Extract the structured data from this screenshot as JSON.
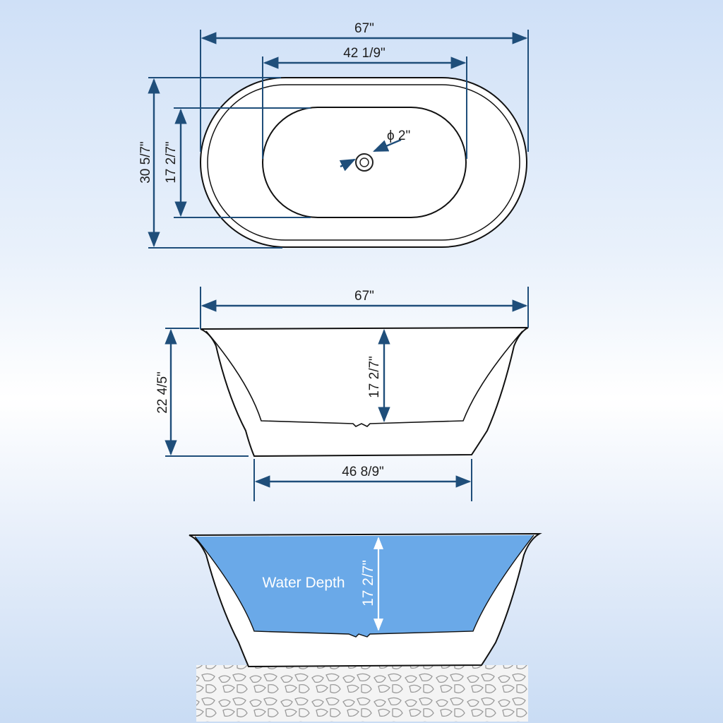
{
  "top_view": {
    "overall_length": "67\"",
    "inner_length": "42 1/9\"",
    "overall_width": "30 5/7\"",
    "inner_width": "17 2/7\"",
    "drain_diameter": "ϕ 2\""
  },
  "side_view": {
    "overall_length": "67\"",
    "height": "22 4/5\"",
    "inner_depth": "17 2/7\"",
    "base_length": "46 8/9\""
  },
  "water_view": {
    "label": "Water Depth",
    "depth": "17 2/7\""
  },
  "colors": {
    "dimension_line": "#1f4e7a",
    "water": "#6aa9e8",
    "outline": "#111111",
    "background_top": "#cfe0f7"
  }
}
